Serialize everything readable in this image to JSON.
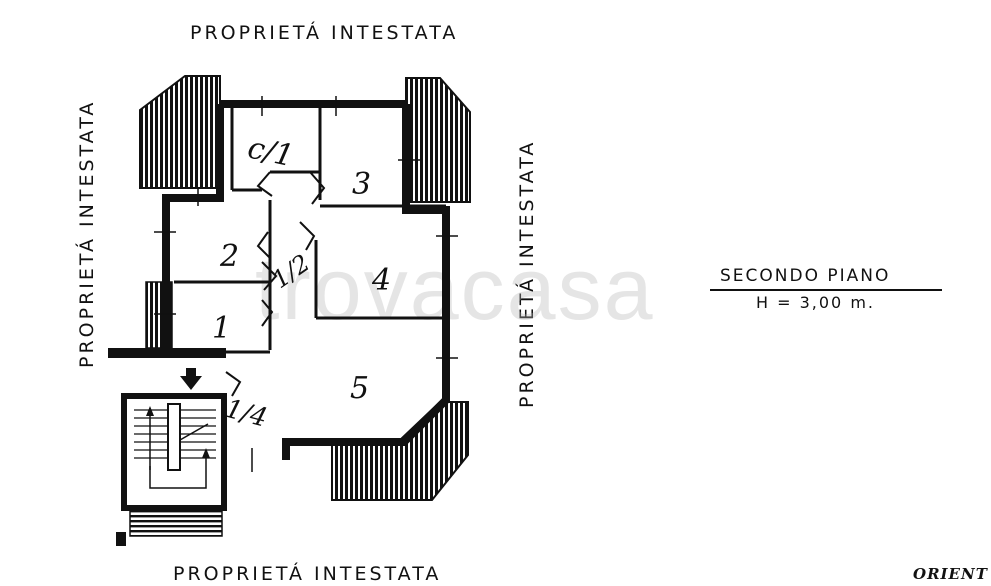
{
  "labels": {
    "top": "PROPRIETÁ  INTESTATA",
    "bottom": "PROPRIETÁ  INTESTATA",
    "left": "PROPRIETÁ  INTESTATA",
    "right": "PROPRIETÁ  INTESTATA"
  },
  "legend": {
    "floor": "SECONDO     PIANO",
    "height": "H = 3,00 m."
  },
  "orientation": "ORIENT",
  "watermark": "trovacasa",
  "rooms": [
    "c/1",
    "3",
    "2",
    "4",
    "1",
    "5",
    "1/2",
    "1/4"
  ]
}
